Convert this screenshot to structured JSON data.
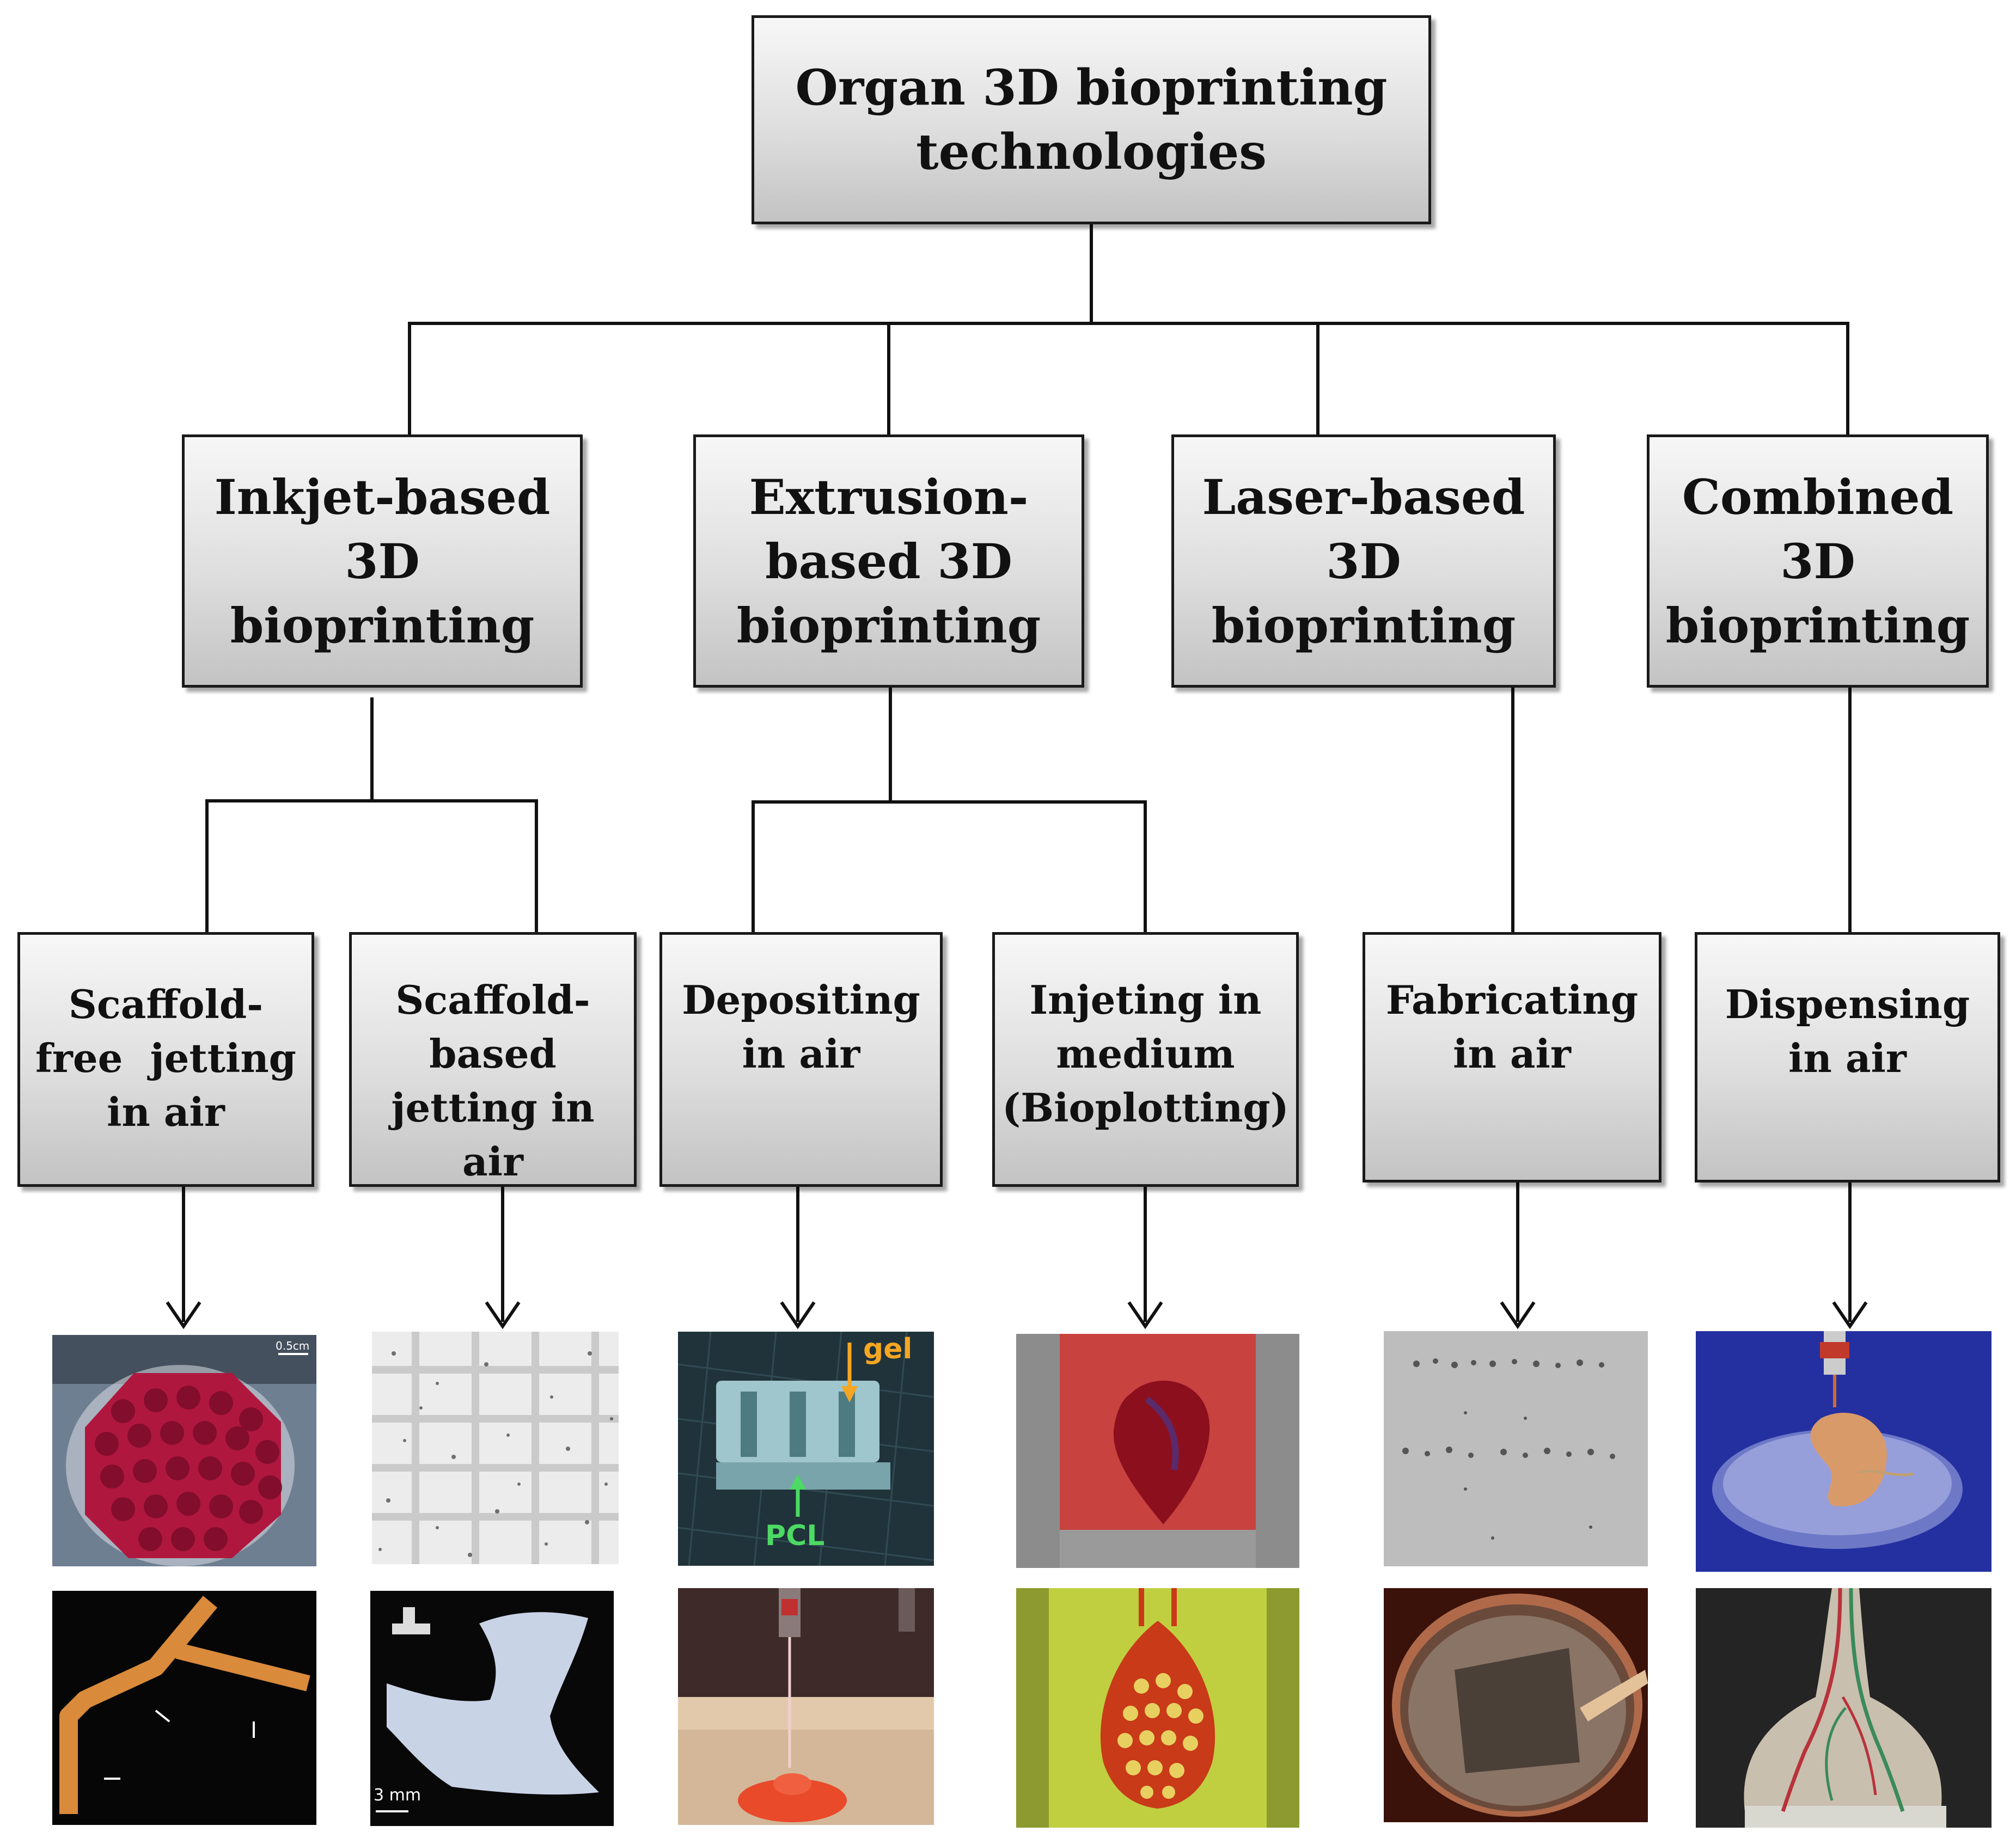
{
  "root": {
    "lines": [
      "Organ 3D bioprinting",
      "technologies"
    ]
  },
  "categories": [
    {
      "lines": [
        "Inkjet-based",
        "3D",
        "bioprinting"
      ]
    },
    {
      "lines": [
        "Extrusion-",
        "based 3D",
        "bioprinting"
      ]
    },
    {
      "lines": [
        "Laser-based",
        "3D",
        "bioprinting"
      ]
    },
    {
      "lines": [
        "Combined",
        "3D",
        "bioprinting"
      ]
    }
  ],
  "methods": [
    {
      "lines": [
        "Scaffold-",
        "free  jetting",
        "in air"
      ]
    },
    {
      "lines": [
        "Scaffold-",
        "based",
        "jetting in",
        "air"
      ]
    },
    {
      "lines": [
        "Depositing",
        "in air"
      ]
    },
    {
      "lines": [
        "Injeting in",
        "medium",
        "(Bioplotting)"
      ]
    },
    {
      "lines": [
        "Fabricating",
        "in air"
      ]
    },
    {
      "lines": [
        "Dispensing",
        "in air"
      ]
    }
  ],
  "photo_labels": {
    "scale_05cm": "0.5cm",
    "gel": "gel",
    "pcl": "PCL",
    "scale_3mm": "3 mm"
  },
  "colors": {
    "box_border": "#1a1a1a",
    "connector": "#111111",
    "gel_label": "#f5a623",
    "pcl_label": "#4cd964"
  },
  "photo_subjects": [
    "honeycomb-red-tissue",
    "grid-cell-scaffold",
    "gel-pcl-lattice",
    "printed-red-heart",
    "laser-printed-cell-dots",
    "ear-in-dish",
    "branched-orange-vessel",
    "white-branched-scaffold",
    "nozzle-red-dome",
    "red-lattice-vessel",
    "petri-dish-tissue",
    "vascularized-organoid"
  ]
}
